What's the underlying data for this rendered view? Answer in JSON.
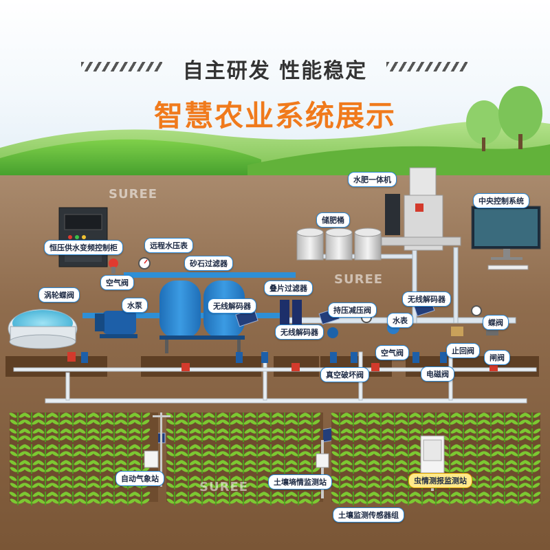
{
  "header": {
    "slogan": "自主研发 性能稳定",
    "title": "智慧农业系统展示"
  },
  "watermark": {
    "text": "SUREE"
  },
  "labels": {
    "control_cabinet": "恒压供水变频控制柜",
    "remote_pressure_gauge": "远程水压表",
    "sand_filter": "砂石过滤器",
    "air_valve_1": "空气阀",
    "turbine_butterfly_valve": "涡轮蝶阀",
    "water_pump": "水泵",
    "wireless_decoder_1": "无线解码器",
    "disc_filter": "叠片过滤器",
    "wireless_decoder_2": "无线解码器",
    "pressure_reducing_valve": "持压减压阀",
    "water_meter": "水表",
    "air_valve_2": "空气阀",
    "vacuum_breaker_valve": "真空破坏阀",
    "fertigation_machine": "水肥一体机",
    "fertilizer_tank": "储肥桶",
    "central_control": "中央控制系统",
    "wireless_decoder_3": "无线解码器",
    "butterfly_valve": "蝶阀",
    "check_valve": "止回阀",
    "gate_valve": "闸阀",
    "solenoid_valve": "电磁阀",
    "weather_station": "自动气象站",
    "soil_moisture_station": "土壤墒情监测站",
    "soil_sensor_group": "土壤监测传感器组",
    "pest_monitor_station": "虫情测报监测站"
  },
  "colors": {
    "title": "#f07a1c",
    "label_border": "#2a89d8",
    "label_highlight": "#ffe98a",
    "pipe": "#2e8fd6",
    "grass": "#5bb63a",
    "soil": "#8f6c4d",
    "crop": "#6fbf2e"
  }
}
